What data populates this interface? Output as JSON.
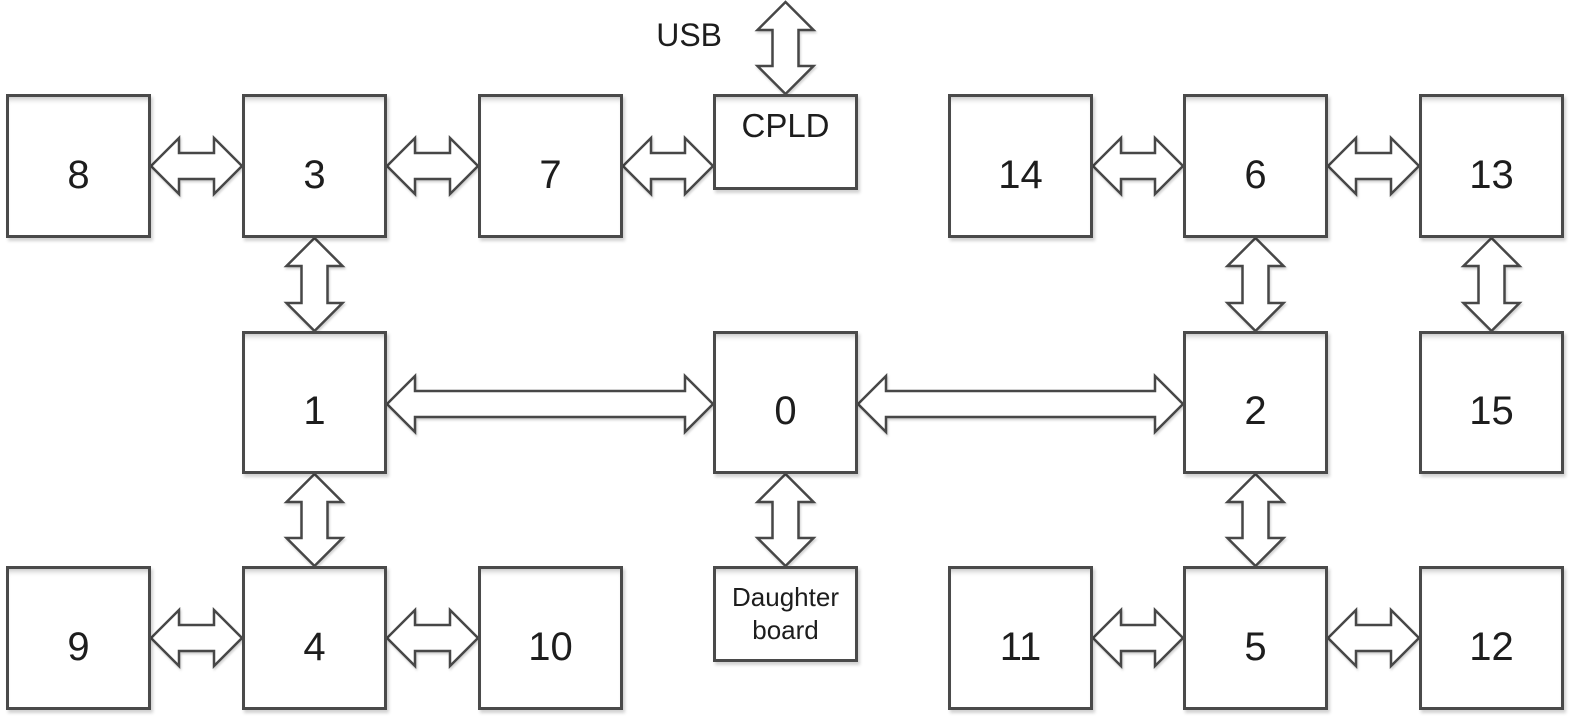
{
  "diagram": {
    "usb_label": "USB",
    "nodes": [
      {
        "id": "8",
        "label": "8"
      },
      {
        "id": "3",
        "label": "3"
      },
      {
        "id": "7",
        "label": "7"
      },
      {
        "id": "cpld",
        "label": "CPLD"
      },
      {
        "id": "14",
        "label": "14"
      },
      {
        "id": "6",
        "label": "6"
      },
      {
        "id": "13",
        "label": "13"
      },
      {
        "id": "1",
        "label": "1"
      },
      {
        "id": "0",
        "label": "0"
      },
      {
        "id": "2",
        "label": "2"
      },
      {
        "id": "15",
        "label": "15"
      },
      {
        "id": "9",
        "label": "9"
      },
      {
        "id": "4",
        "label": "4"
      },
      {
        "id": "10",
        "label": "10"
      },
      {
        "id": "daughter-board",
        "label": "Daughter board"
      },
      {
        "id": "11",
        "label": "11"
      },
      {
        "id": "5",
        "label": "5"
      },
      {
        "id": "12",
        "label": "12"
      }
    ],
    "edges": [
      {
        "from": "USB",
        "to": "CPLD",
        "type": "bidirectional"
      },
      {
        "from": "8",
        "to": "3",
        "type": "bidirectional"
      },
      {
        "from": "3",
        "to": "7",
        "type": "bidirectional"
      },
      {
        "from": "7",
        "to": "CPLD",
        "type": "bidirectional"
      },
      {
        "from": "14",
        "to": "6",
        "type": "bidirectional"
      },
      {
        "from": "6",
        "to": "13",
        "type": "bidirectional"
      },
      {
        "from": "3",
        "to": "1",
        "type": "bidirectional"
      },
      {
        "from": "6",
        "to": "2",
        "type": "bidirectional"
      },
      {
        "from": "13",
        "to": "15",
        "type": "bidirectional"
      },
      {
        "from": "1",
        "to": "0",
        "type": "bidirectional"
      },
      {
        "from": "0",
        "to": "2",
        "type": "bidirectional"
      },
      {
        "from": "1",
        "to": "4",
        "type": "bidirectional"
      },
      {
        "from": "0",
        "to": "Daughter board",
        "type": "bidirectional"
      },
      {
        "from": "2",
        "to": "5",
        "type": "bidirectional"
      },
      {
        "from": "9",
        "to": "4",
        "type": "bidirectional"
      },
      {
        "from": "4",
        "to": "10",
        "type": "bidirectional"
      },
      {
        "from": "11",
        "to": "5",
        "type": "bidirectional"
      },
      {
        "from": "5",
        "to": "12",
        "type": "bidirectional"
      }
    ],
    "colors": {
      "background": "#ffffff",
      "box_fill": "#ffffff",
      "box_border": "#4a4a4a",
      "arrow_outline": "#474747",
      "text": "#1d1d1d"
    }
  }
}
